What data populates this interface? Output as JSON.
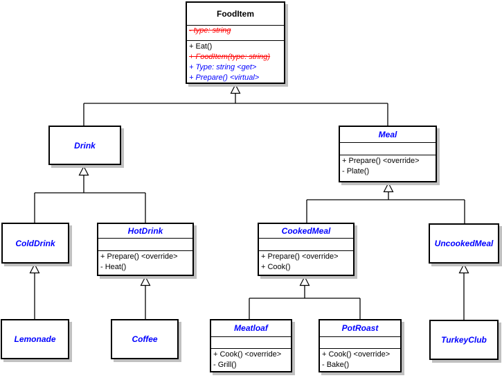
{
  "colors": {
    "class_name": "#0000ff",
    "root_class_name": "#000000",
    "member_normal": "#000000",
    "member_removed": "#ff0000",
    "member_virtual": "#0000ff",
    "box_border": "#000000",
    "box_shadow": "#c0c0c0",
    "background": "#ffffff"
  },
  "classes": {
    "FoodItem": {
      "name": "FoodItem",
      "fields": [
        {
          "text": "- type: string",
          "style": "removed"
        }
      ],
      "methods": [
        {
          "text": "+ Eat()",
          "style": "normal"
        },
        {
          "text": "+ FoodItem(type: string)",
          "style": "removed"
        },
        {
          "text": "+ Type: string <get>",
          "style": "virtual"
        },
        {
          "text": "+ Prepare() <virtual>",
          "style": "virtual"
        }
      ]
    },
    "Drink": {
      "name": "Drink"
    },
    "Meal": {
      "name": "Meal",
      "fields": [],
      "methods": [
        {
          "text": "+ Prepare() <override>",
          "style": "normal"
        },
        {
          "text": "- Plate()",
          "style": "normal"
        }
      ]
    },
    "ColdDrink": {
      "name": "ColdDrink"
    },
    "HotDrink": {
      "name": "HotDrink",
      "fields": [],
      "methods": [
        {
          "text": "+ Prepare() <override>",
          "style": "normal"
        },
        {
          "text": "- Heat()",
          "style": "normal"
        }
      ]
    },
    "CookedMeal": {
      "name": "CookedMeal",
      "fields": [],
      "methods": [
        {
          "text": "+ Prepare() <override>",
          "style": "normal"
        },
        {
          "text": "+ Cook()",
          "style": "normal"
        }
      ]
    },
    "UncookedMeal": {
      "name": "UncookedMeal"
    },
    "Lemonade": {
      "name": "Lemonade"
    },
    "Coffee": {
      "name": "Coffee"
    },
    "Meatloaf": {
      "name": "Meatloaf",
      "fields": [],
      "methods": [
        {
          "text": "+ Cook() <override>",
          "style": "normal"
        },
        {
          "text": "- Grill()",
          "style": "normal"
        }
      ]
    },
    "PotRoast": {
      "name": "PotRoast",
      "fields": [],
      "methods": [
        {
          "text": "+ Cook() <override>",
          "style": "normal"
        },
        {
          "text": "- Bake()",
          "style": "normal"
        }
      ]
    },
    "TurkeyClub": {
      "name": "TurkeyClub"
    }
  },
  "inheritance": [
    {
      "parent": "FoodItem",
      "child": "Drink"
    },
    {
      "parent": "FoodItem",
      "child": "Meal"
    },
    {
      "parent": "Drink",
      "child": "ColdDrink"
    },
    {
      "parent": "Drink",
      "child": "HotDrink"
    },
    {
      "parent": "ColdDrink",
      "child": "Lemonade"
    },
    {
      "parent": "HotDrink",
      "child": "Coffee"
    },
    {
      "parent": "Meal",
      "child": "CookedMeal"
    },
    {
      "parent": "Meal",
      "child": "UncookedMeal"
    },
    {
      "parent": "CookedMeal",
      "child": "Meatloaf"
    },
    {
      "parent": "CookedMeal",
      "child": "PotRoast"
    },
    {
      "parent": "UncookedMeal",
      "child": "TurkeyClub"
    }
  ]
}
